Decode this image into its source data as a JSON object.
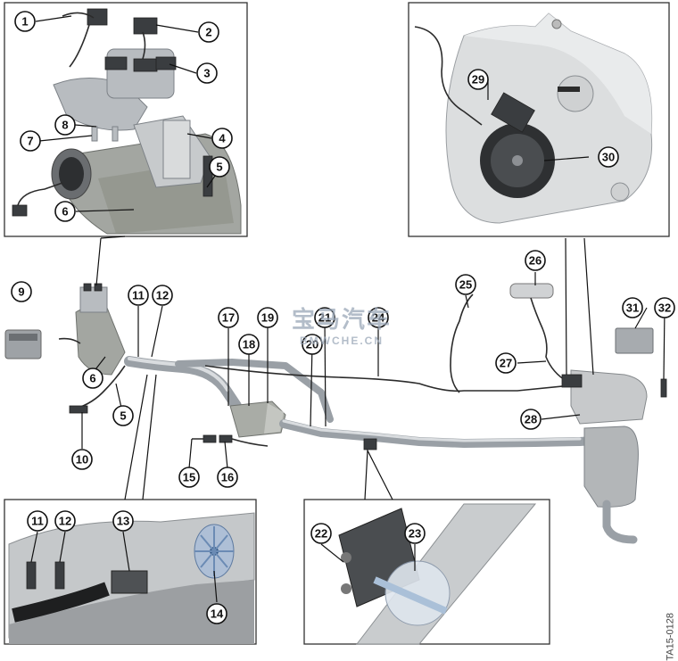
{
  "watermark": {
    "text_cn": "宝马汽车",
    "text_url": "BMWCHE.CN"
  },
  "figure_id": "TA15-0128",
  "callouts": [
    {
      "id": "1",
      "label": "1"
    },
    {
      "id": "2",
      "label": "2"
    },
    {
      "id": "3",
      "label": "3"
    },
    {
      "id": "4",
      "label": "4"
    },
    {
      "id": "5",
      "label": "5"
    },
    {
      "id": "5b",
      "label": "5"
    },
    {
      "id": "6",
      "label": "6"
    },
    {
      "id": "6b",
      "label": "6"
    },
    {
      "id": "7",
      "label": "7"
    },
    {
      "id": "8",
      "label": "8"
    },
    {
      "id": "9",
      "label": "9"
    },
    {
      "id": "10",
      "label": "10"
    },
    {
      "id": "11",
      "label": "11"
    },
    {
      "id": "11b",
      "label": "11"
    },
    {
      "id": "12",
      "label": "12"
    },
    {
      "id": "12b",
      "label": "12"
    },
    {
      "id": "13",
      "label": "13"
    },
    {
      "id": "14",
      "label": "14"
    },
    {
      "id": "15",
      "label": "15"
    },
    {
      "id": "16",
      "label": "16"
    },
    {
      "id": "17",
      "label": "17"
    },
    {
      "id": "18",
      "label": "18"
    },
    {
      "id": "19",
      "label": "19"
    },
    {
      "id": "20",
      "label": "20"
    },
    {
      "id": "21",
      "label": "21"
    },
    {
      "id": "22",
      "label": "22"
    },
    {
      "id": "23",
      "label": "23"
    },
    {
      "id": "24",
      "label": "24"
    },
    {
      "id": "25",
      "label": "25"
    },
    {
      "id": "26",
      "label": "26"
    },
    {
      "id": "27",
      "label": "27"
    },
    {
      "id": "28",
      "label": "28"
    },
    {
      "id": "29",
      "label": "29"
    },
    {
      "id": "30",
      "label": "30"
    },
    {
      "id": "31",
      "label": "31"
    },
    {
      "id": "32",
      "label": "32"
    }
  ]
}
